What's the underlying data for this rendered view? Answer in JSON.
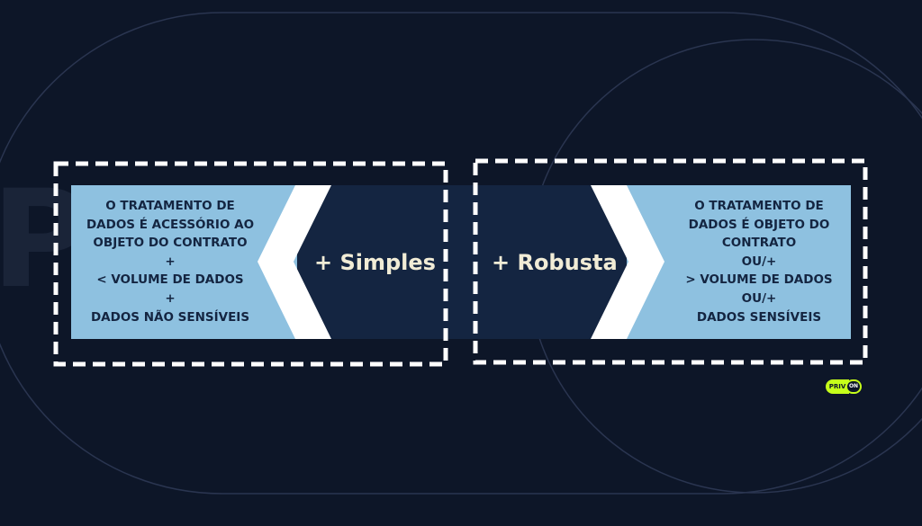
{
  "watermark": {
    "text": "PRIVON"
  },
  "left_box": {
    "lines": [
      "O TRATAMENTO DE",
      "DADOS É ACESSÓRIO AO",
      "OBJETO DO CONTRATO",
      "+",
      "< VOLUME DE DADOS",
      "+",
      "DADOS NÃO SENSÍVEIS"
    ],
    "tag": "+ Simples"
  },
  "right_box": {
    "lines": [
      "O TRATAMENTO DE",
      "DADOS É OBJETO DO",
      "CONTRATO",
      "OU/+",
      "> VOLUME DE DADOS",
      "OU/+",
      "DADOS SENSÍVEIS"
    ],
    "tag": "+ Robusta"
  },
  "logo": {
    "left_text": "PRIV",
    "right_text": "ON"
  },
  "colors": {
    "background": "#0d1628",
    "light_blue": "#8ec1e0",
    "navy_panel": "#142541",
    "chevron_white": "#ffffff",
    "tag_text": "#f1ecd6",
    "logo_green": "#c6ff1a"
  }
}
